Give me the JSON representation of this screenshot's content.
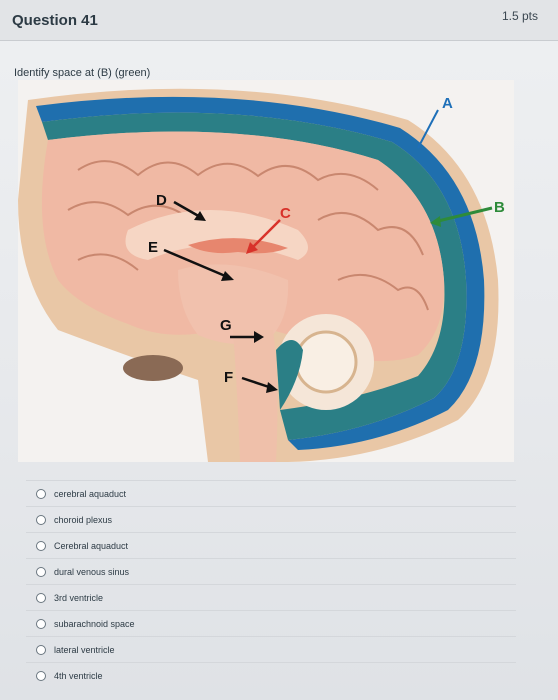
{
  "question": {
    "title": "Question 41",
    "points": "1.5 pts",
    "prompt": "Identify space at (B) (green)"
  },
  "figure": {
    "labels": [
      "A",
      "B",
      "C",
      "D",
      "E",
      "F",
      "G"
    ],
    "colors": {
      "A": "#1d6fb8",
      "B": "#2e8b3a",
      "C": "#d8322a",
      "D": "#111111",
      "E": "#111111",
      "F": "#111111",
      "G": "#111111"
    }
  },
  "answers": [
    "cerebral aquaduct",
    "choroid plexus",
    "Cerebral aquaduct",
    "dural venous sinus",
    "3rd ventricle",
    "subarachnoid space",
    "lateral ventricle",
    "4th ventricle"
  ]
}
